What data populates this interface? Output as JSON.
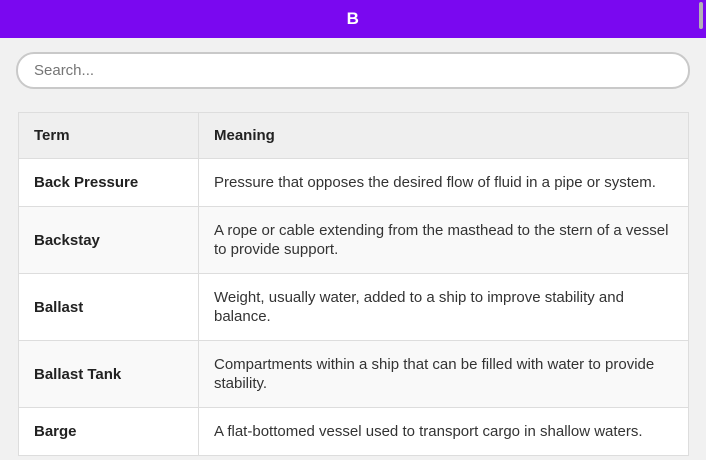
{
  "header": {
    "title": "B"
  },
  "search": {
    "placeholder": "Search..."
  },
  "table": {
    "columns": [
      "Term",
      "Meaning"
    ],
    "rows": [
      {
        "term": "Back Pressure",
        "meaning": "Pressure that opposes the desired flow of fluid in a pipe or system."
      },
      {
        "term": "Backstay",
        "meaning": "A rope or cable extending from the masthead to the stern of a vessel to provide support."
      },
      {
        "term": "Ballast",
        "meaning": "Weight, usually water, added to a ship to improve stability and balance."
      },
      {
        "term": "Ballast Tank",
        "meaning": "Compartments within a ship that can be filled with water to provide stability."
      },
      {
        "term": "Barge",
        "meaning": "A flat-bottomed vessel used to transport cargo in shallow waters."
      }
    ]
  },
  "colors": {
    "accent": "#7a08f0",
    "page_bg": "#f1f1f1",
    "border": "#dddddd",
    "th_bg": "#efefef",
    "row_alt_bg": "#f9f9f9"
  }
}
